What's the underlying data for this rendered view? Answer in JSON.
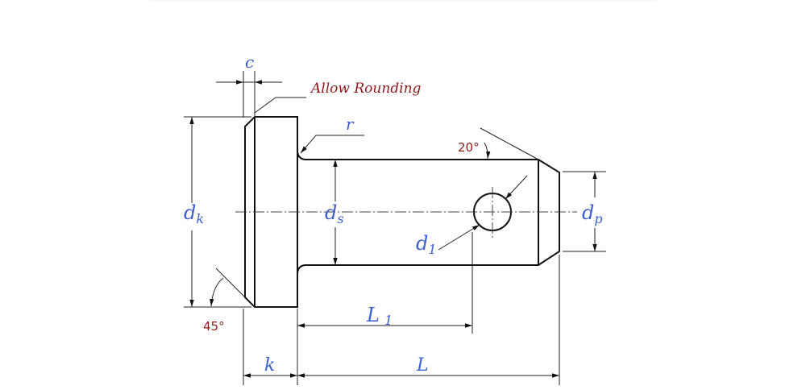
{
  "figure": {
    "title": "Clevis pin with head - dimension drawing",
    "colors": {
      "label": "#3a5fd0",
      "note": "#8b1a1a",
      "line": "#111111"
    }
  },
  "labels": {
    "c": "c",
    "allow_rounding": "Allow Rounding",
    "r": "r",
    "angle_top": "20°",
    "dk_main": "d",
    "dk_sub": "k",
    "ds_main": "d",
    "ds_sub": "s",
    "dp_main": "d",
    "dp_sub": "p",
    "d1_main": "d",
    "d1_sub": "1",
    "angle_bottom": "45°",
    "L1_main": "L",
    "L1_sub": "1",
    "k": "k",
    "L": "L"
  }
}
